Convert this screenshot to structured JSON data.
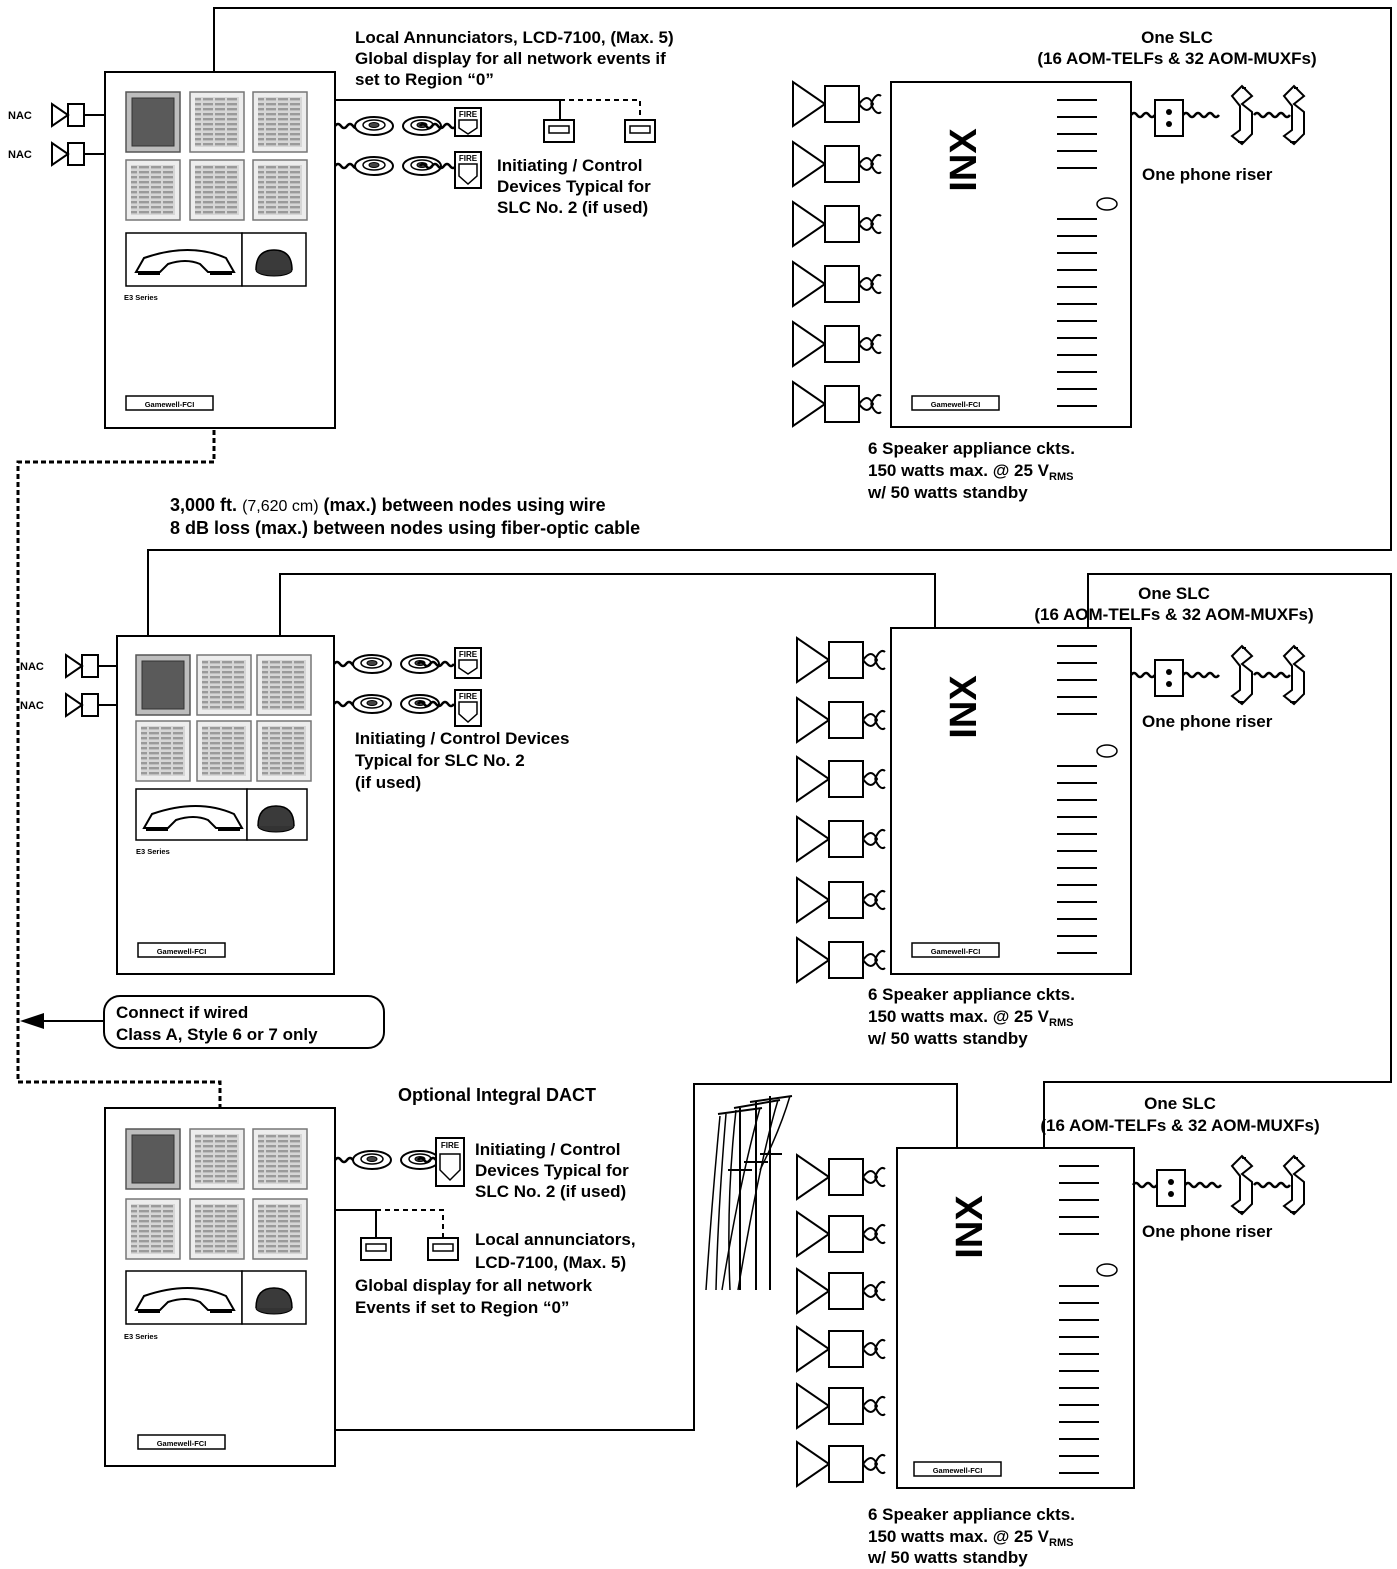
{
  "nodes": [
    {
      "panel": {
        "series": "E3 Series",
        "brand": "Gamewell-FCI"
      },
      "nac_labels": [
        "NAC",
        "NAC"
      ],
      "annunciator_text": [
        "Local Annunciators, LCD-7100, (Max. 5)",
        "Global display for all network events if",
        "set to Region “0”"
      ],
      "slc2_text": [
        "Initiating / Control",
        "Devices Typical for",
        "SLC No. 2 (if used)"
      ],
      "inx": {
        "label": "INX",
        "brand": "Gamewell-FCI"
      },
      "slc_title": [
        "One SLC",
        "(16 AOM-TELFs & 32 AOM-MUXFs)"
      ],
      "phone_riser": "One phone riser",
      "speaker_text": [
        "6 Speaker appliance ckts.",
        "150 watts max. @ 25 V",
        "RMS",
        "w/ 50 watts standby"
      ],
      "fire_label": "FIRE"
    },
    {
      "panel": {
        "series": "E3 Series",
        "brand": "Gamewell-FCI"
      },
      "nac_labels": [
        "NAC",
        "NAC"
      ],
      "slc2_text": [
        "Initiating / Control Devices",
        "Typical for SLC No. 2",
        "(if used)"
      ],
      "inx": {
        "label": "INX",
        "brand": "Gamewell-FCI"
      },
      "slc_title": [
        "One SLC",
        "(16 AOM-TELFs & 32 AOM-MUXFs)"
      ],
      "phone_riser": "One phone riser",
      "speaker_text": [
        "6 Speaker appliance ckts.",
        "150 watts max. @ 25 V",
        "RMS",
        "w/ 50 watts standby"
      ],
      "fire_label": "FIRE"
    },
    {
      "panel": {
        "series": "E3 Series",
        "brand": "Gamewell-FCI"
      },
      "dact_title": "Optional Integral DACT",
      "slc2_text": [
        "Initiating / Control",
        "Devices Typical for",
        "SLC No. 2 (if used)"
      ],
      "annunciator_text": [
        "Local annunciators,",
        "LCD-7100, (Max. 5)",
        "Global display for all network",
        "Events if set to Region “0”"
      ],
      "inx": {
        "label": "INX",
        "brand": "Gamewell-FCI"
      },
      "slc_title": [
        "One SLC",
        "(16 AOM-TELFs & 32 AOM-MUXFs)"
      ],
      "phone_riser": "One phone riser",
      "speaker_text": [
        "6 Speaker appliance ckts.",
        "150 watts max. @ 25 V",
        "RMS",
        "w/ 50 watts standby"
      ],
      "fire_label": "FIRE"
    }
  ],
  "distance_note": {
    "line1_a": "3,000 ft.",
    "line1_b": "(7,620 cm)",
    "line1_c": "(max.) between nodes using wire",
    "line2": "8 dB loss (max.) between nodes using fiber-optic cable"
  },
  "connect_note": [
    "Connect if wired",
    "Class A, Style 6 or 7 only"
  ]
}
